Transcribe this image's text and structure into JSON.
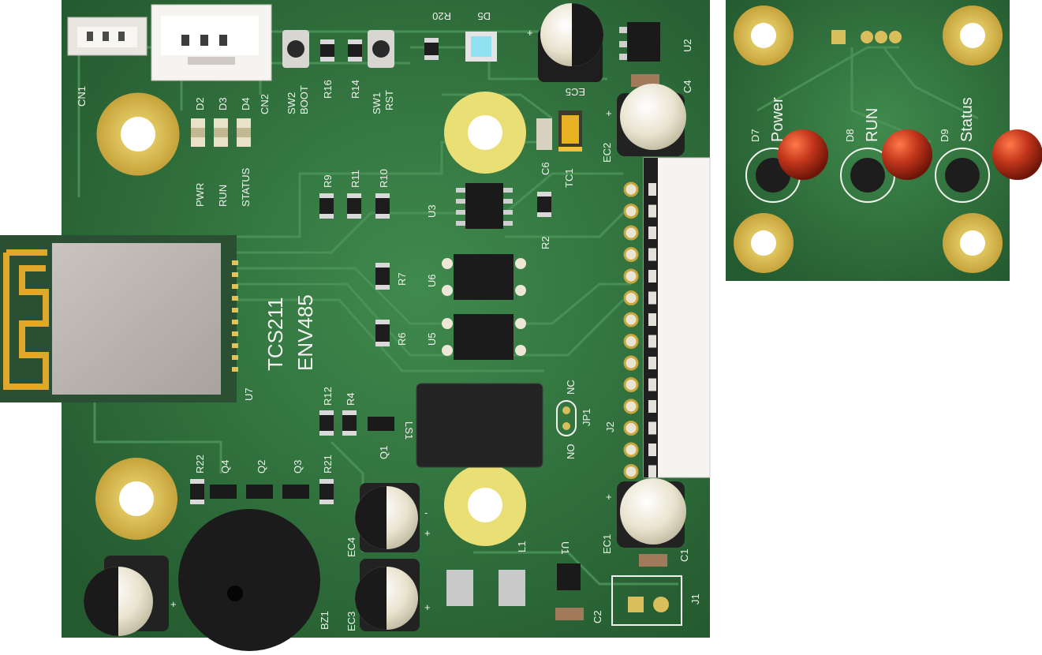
{
  "board": {
    "name_line1": "TCS211",
    "name_line2": "ENV485"
  },
  "colors": {
    "pcb": "#2f6b3c",
    "pcb_dark": "#24542f",
    "trace": "#3b7d48",
    "silk": "#f2f2ee",
    "pad_gold": "#c8a43a",
    "mount_hole": "#c9a540",
    "mask_light": "#8fc98f",
    "led_red": "#b4301b",
    "cap_cream": "#efe9d6",
    "ic_black": "#1c1c1c"
  },
  "labels": {
    "CN1": "CN1",
    "CN2": "CN2",
    "SW2": "SW2",
    "BOOT": "BOOT",
    "SW1": "SW1",
    "RST": "RST",
    "R16": "R16",
    "R14": "R14",
    "R20": "R20",
    "D5": "D5",
    "D2": "D2",
    "D3": "D3",
    "D4": "D4",
    "PWR": "PWR",
    "RUN": "RUN",
    "STATUS": "STATUS",
    "EC5": "EC5",
    "U2": "U2",
    "C4": "C4",
    "EC2": "EC2",
    "C6": "C6",
    "TC1": "TC1",
    "R9": "R9",
    "R11": "R11",
    "R10": "R10",
    "U3": "U3",
    "R2": "R2",
    "R7": "R7",
    "U6": "U6",
    "R6": "R6",
    "U5": "U5",
    "U7": "U7",
    "R12": "R12",
    "R4": "R4",
    "Q1": "Q1",
    "LS1": "LS1",
    "NC": "NC",
    "NO": "NO",
    "JP1": "JP1",
    "J2": "J2",
    "R22": "R22",
    "Q4": "Q4",
    "Q2": "Q2",
    "Q3": "Q3",
    "R21": "R21",
    "EC4": "EC4",
    "L1": "L1",
    "U1": "U1",
    "EC1": "EC1",
    "C1": "C1",
    "BZ1": "BZ1",
    "EC3": "EC3",
    "C2": "C2",
    "J1": "J1",
    "D7": "D7",
    "Power": "Power",
    "D8": "D8",
    "RUN2": "RUN",
    "D9": "D9",
    "Status": "Status",
    "plus": "+",
    "minus": "-"
  }
}
